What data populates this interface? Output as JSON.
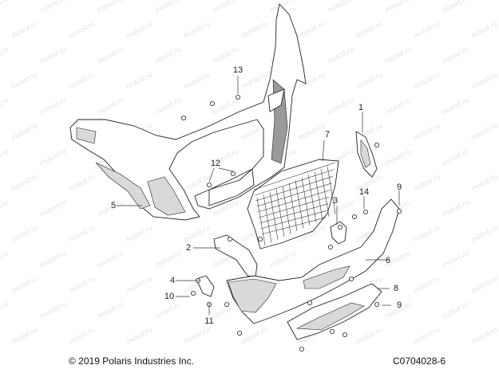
{
  "diagram": {
    "callouts": [
      {
        "label": "1"
      },
      {
        "label": "2"
      },
      {
        "label": "3"
      },
      {
        "label": "4"
      },
      {
        "label": "5"
      },
      {
        "label": "6"
      },
      {
        "label": "7"
      },
      {
        "label": "8"
      },
      {
        "label": "9"
      },
      {
        "label": "9"
      },
      {
        "label": "10"
      },
      {
        "label": "11"
      },
      {
        "label": "12"
      },
      {
        "label": "13"
      },
      {
        "label": "14"
      }
    ],
    "watermark_text": "motod.ru",
    "copyright": "© 2019 Polaris Industries Inc.",
    "figure_code": "C0704028-6"
  }
}
